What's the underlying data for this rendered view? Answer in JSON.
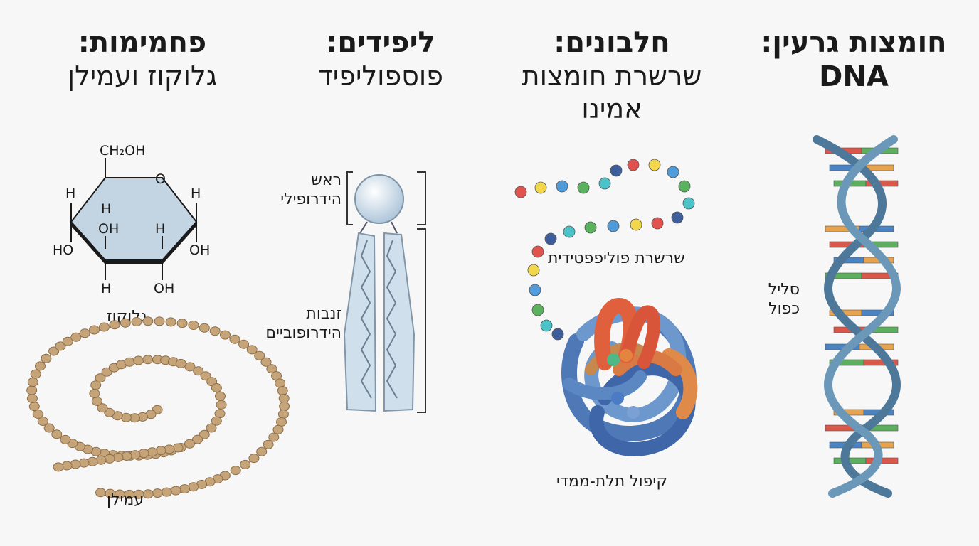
{
  "columns": {
    "carbs": {
      "title": "פחמימות:",
      "subtitle": "גלוקוז ועמילן",
      "label_glucose": "גלוקוז",
      "label_starch": "עמילן",
      "glucose_atoms": {
        "ch2oh": "CH₂OH",
        "o": "O",
        "h": "H",
        "oh": "OH",
        "ho": "HO"
      }
    },
    "lipids": {
      "title": "ליפידים:",
      "subtitle": "פוספוליפיד",
      "label_head": "ראש הידרופילי",
      "label_tails": "זנבות הידרופוביים"
    },
    "proteins": {
      "title": "חלבונים:",
      "subtitle": "שרשרת חומצות אמינו",
      "label_chain": "שרשרת פוליפפטידית",
      "label_fold": "קיפול תלת-ממדי"
    },
    "nucleic": {
      "title": "חומצות גרעין:",
      "subtitle": "DNA",
      "label_helix": "סליל כפול"
    }
  },
  "colors": {
    "background": "#f7f7f7",
    "glucose_fill": "#c3d4e3",
    "starch_bead": "#c6a47a",
    "lipid_fill": "#cfdfec",
    "helix_strand": "#4d7899",
    "bead_palette": [
      "#e0534f",
      "#f2d64b",
      "#4f9ad8",
      "#5ab15e",
      "#4cc3c9",
      "#3e5d9b"
    ]
  }
}
